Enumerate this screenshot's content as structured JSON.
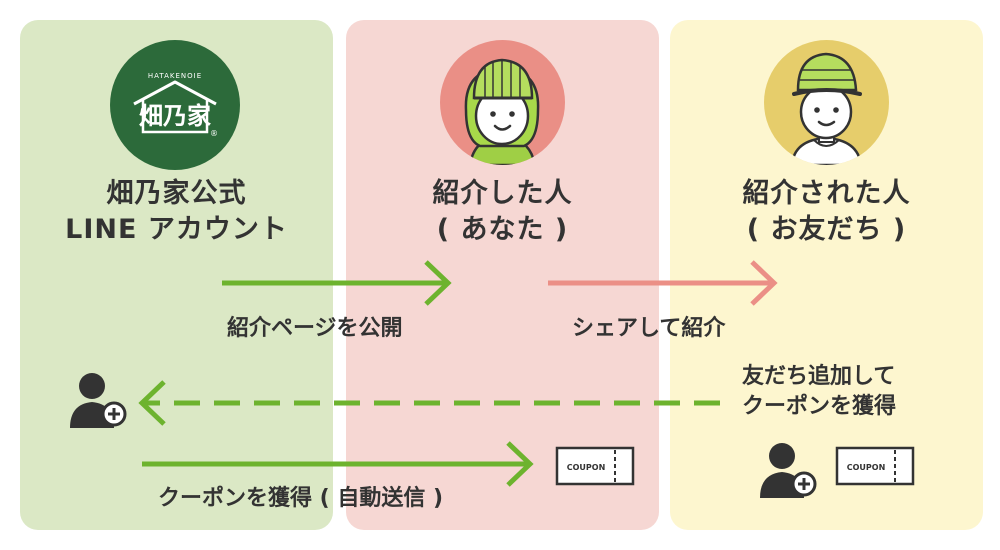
{
  "panels": [
    {
      "title_line1": "畑乃家公式",
      "title_line2": "LINE アカウント",
      "logo": {
        "small_text": "HATAKENOIE",
        "main_text": "畑乃家",
        "mark": "®"
      }
    },
    {
      "title_line1": "紹介した人",
      "title_line2": "( あなた )"
    },
    {
      "title_line1": "紹介された人",
      "title_line2": "( お友だち )"
    }
  ],
  "flows": {
    "publish_label": "紹介ページを公開",
    "share_label": "シェアして紹介",
    "add_friend_label_line1": "友だち追加して",
    "add_friend_label_line2": "クーポンを獲得",
    "auto_send_label": "クーポンを獲得 ( 自動送信 )"
  },
  "coupon": {
    "text": "COUPON"
  },
  "icons": {
    "logo": "hatakenoie-logo",
    "referrer_avatar": "referrer-avatar",
    "friend_avatar": "friend-avatar",
    "add_user": "add-user-icon",
    "coupon": "coupon-icon"
  },
  "colors": {
    "green": "#6db32e",
    "pink": "#eb8f86",
    "dark_green": "#2c6a3a",
    "panel_green": "#dbe8c5",
    "panel_pink": "#f6d7d3",
    "panel_yellow": "#fdf6cf",
    "text": "#333333"
  }
}
